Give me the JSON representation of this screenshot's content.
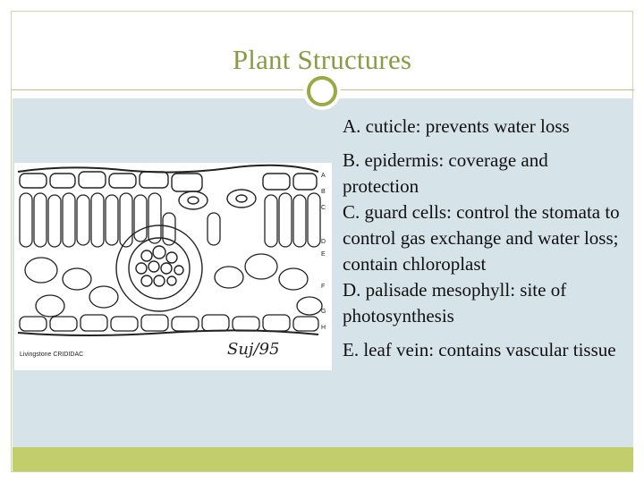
{
  "slide": {
    "title": "Plant Structures",
    "items": [
      "A. cuticle: prevents water loss",
      "B. epidermis: coverage and protection",
      "C. guard cells: control the stomata to control gas exchange and water loss; contain chloroplast",
      "D. palisade mesophyll: site of photosynthesis",
      "E. leaf vein: contains vascular tissue"
    ]
  },
  "figure": {
    "caption_left": "Livingstone CRIDIDAC",
    "signature": "Suj/95",
    "letters": [
      "A",
      "B",
      "C",
      "D",
      "E",
      "F",
      "G",
      "H"
    ]
  },
  "colors": {
    "title": "#8c9a45",
    "content_bg": "#d6e3e9",
    "footer_bar": "#c2cd6b",
    "ring": "#9aa845"
  }
}
